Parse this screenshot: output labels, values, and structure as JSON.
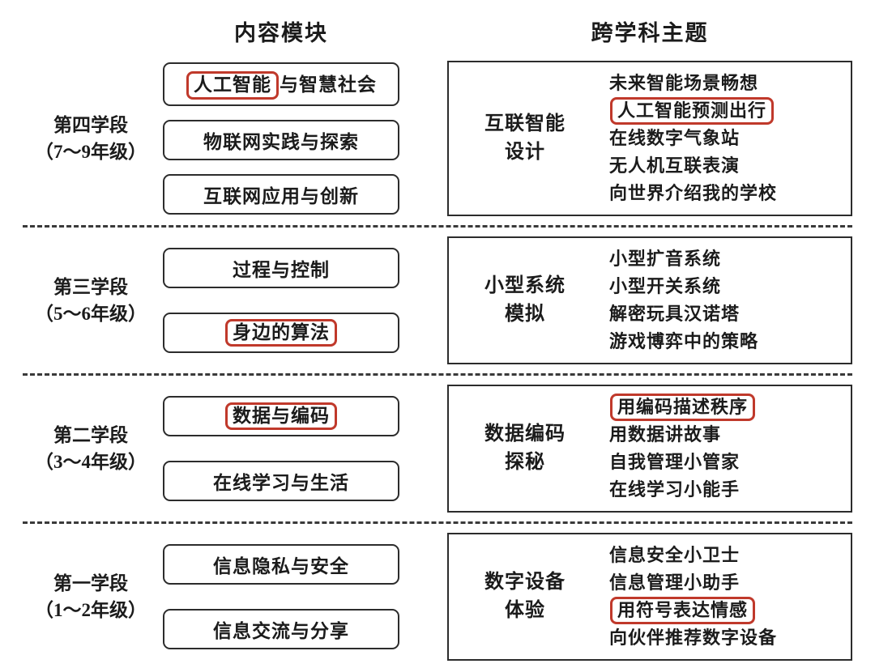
{
  "headers": {
    "content_modules": "内容模块",
    "interdisciplinary_themes": "跨学科主题"
  },
  "colors": {
    "highlight_red": "#c0392b",
    "box_border": "#2c2c2c"
  },
  "stages": [
    {
      "label_line1": "第四学段",
      "label_line2": "（7～9年级）",
      "modules": [
        {
          "highlight": "人工智能",
          "rest": "与智慧社会"
        },
        {
          "text": "物联网实践与探索"
        },
        {
          "text": "互联网应用与创新"
        }
      ],
      "theme_line1": "互联智能",
      "theme_line2": "设计",
      "topics": [
        {
          "text": "未来智能场景畅想",
          "highlighted": false
        },
        {
          "text": "人工智能预测出行",
          "highlighted": true
        },
        {
          "text": "在线数字气象站",
          "highlighted": false
        },
        {
          "text": "无人机互联表演",
          "highlighted": false
        },
        {
          "text": "向世界介绍我的学校",
          "highlighted": false
        }
      ]
    },
    {
      "label_line1": "第三学段",
      "label_line2": "（5～6年级）",
      "modules": [
        {
          "text": "过程与控制"
        },
        {
          "text": "身边的算法",
          "highlighted": true
        }
      ],
      "theme_line1": "小型系统",
      "theme_line2": "模拟",
      "topics": [
        {
          "text": "小型扩音系统",
          "highlighted": false
        },
        {
          "text": "小型开关系统",
          "highlighted": false
        },
        {
          "text": "解密玩具汉诺塔",
          "highlighted": false
        },
        {
          "text": "游戏博弈中的策略",
          "highlighted": false
        }
      ]
    },
    {
      "label_line1": "第二学段",
      "label_line2": "（3～4年级）",
      "modules": [
        {
          "text": "数据与编码",
          "highlighted": true
        },
        {
          "text": "在线学习与生活"
        }
      ],
      "theme_line1": "数据编码",
      "theme_line2": "探秘",
      "topics": [
        {
          "text": "用编码描述秩序",
          "highlighted": true
        },
        {
          "text": "用数据讲故事",
          "highlighted": false
        },
        {
          "text": "自我管理小管家",
          "highlighted": false
        },
        {
          "text": "在线学习小能手",
          "highlighted": false
        }
      ]
    },
    {
      "label_line1": "第一学段",
      "label_line2": "（1～2年级）",
      "modules": [
        {
          "text": "信息隐私与安全"
        },
        {
          "text": "信息交流与分享"
        }
      ],
      "theme_line1": "数字设备",
      "theme_line2": "体验",
      "topics": [
        {
          "text": "信息安全小卫士",
          "highlighted": false
        },
        {
          "text": "信息管理小助手",
          "highlighted": false
        },
        {
          "text": "用符号表达情感",
          "highlighted": true
        },
        {
          "text": "向伙伴推荐数字设备",
          "highlighted": false
        }
      ]
    }
  ]
}
